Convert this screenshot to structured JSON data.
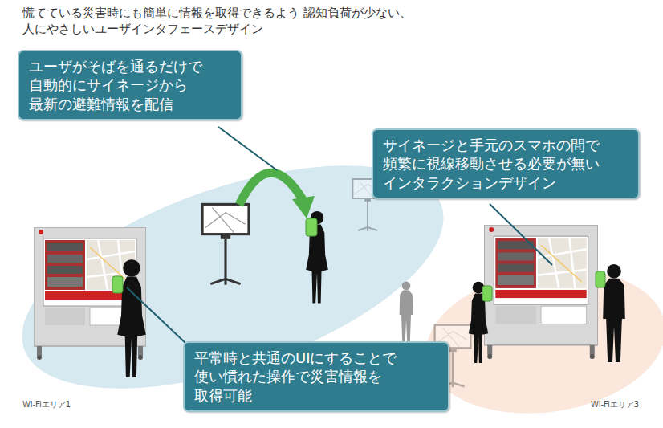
{
  "diagram": {
    "title": "慌てている災害時にも簡単に情報を取得できるよう 認知負荷が少ない、人にやさしいユーザインタフェースデザイン",
    "nodes": [
      {
        "text": [
          "ユーザがそばを通るだけで 自動的にサイネージから 最新の避難情報を配信"
        ]
      },
      {
        "text": [
          "サイネージと手元のスマホの間で 頻繁に視線移動させる必要が無い インタラクションデザイン"
        ]
      },
      {
        "text": [
          "平常時と共通のUIにすることで 使い慣れた操作で災害情報を 取得可能"
        ]
      }
    ],
    "labels": [
      "Wi-Fiエリア1",
      "Wi-Fiエリア3"
    ]
  }
}
